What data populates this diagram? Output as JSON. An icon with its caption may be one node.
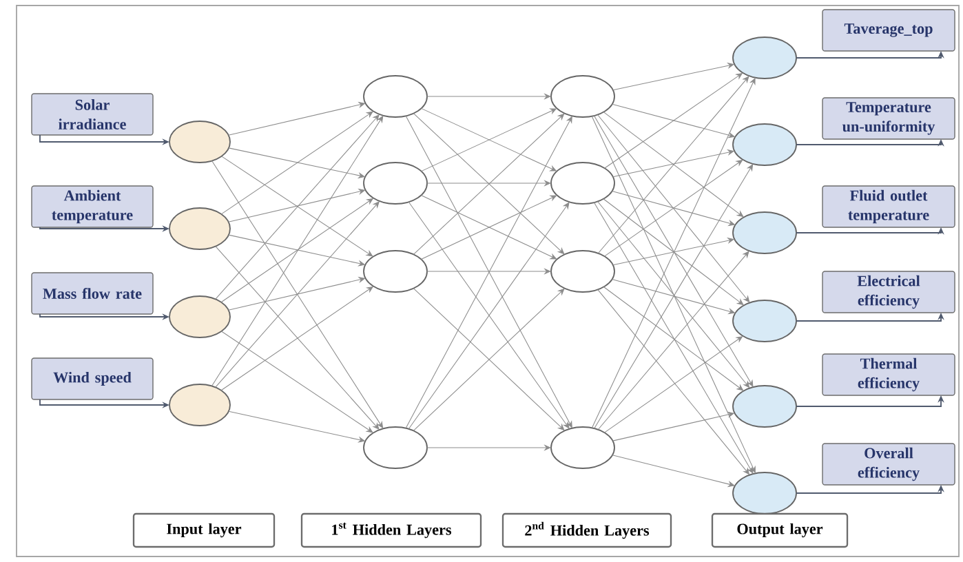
{
  "diagram": {
    "nodes": [
      {
        "text": [
          "Solar irradiance"
        ]
      },
      {
        "text": [
          "Ambient temperature"
        ]
      },
      {
        "text": [
          "Mass flow rate"
        ]
      },
      {
        "text": [
          "Wind speed"
        ]
      },
      {
        "text": [],
        "shape": "circle"
      },
      {
        "text": [],
        "shape": "circle"
      },
      {
        "text": [],
        "shape": "circle"
      },
      {
        "text": [],
        "shape": "circle"
      },
      {
        "text": [],
        "shape": "circle"
      },
      {
        "text": [],
        "shape": "circle"
      },
      {
        "text": [],
        "shape": "circle"
      },
      {
        "text": [],
        "shape": "circle"
      },
      {
        "text": [],
        "shape": "circle"
      },
      {
        "text": [],
        "shape": "circle"
      },
      {
        "text": [],
        "shape": "circle"
      },
      {
        "text": [],
        "shape": "circle"
      },
      {
        "text": [],
        "shape": "circle"
      },
      {
        "text": [],
        "shape": "circle"
      },
      {
        "text": [],
        "shape": "circle"
      },
      {
        "text": [],
        "shape": "circle"
      },
      {
        "text": [],
        "shape": "circle"
      },
      {
        "text": [],
        "shape": "circle"
      },
      {
        "text": [
          "Taverage_top"
        ]
      },
      {
        "text": [
          "Temperature un-uniformity"
        ]
      },
      {
        "text": [
          "Fluid outlet temperature"
        ]
      },
      {
        "text": [
          "Electrical efficiency"
        ]
      },
      {
        "text": [
          "Thermal efficiency"
        ]
      },
      {
        "text": [
          "Overall efficiency"
        ]
      },
      {
        "text": [
          "Input layer"
        ]
      },
      {
        "text": [
          "1$^{st}$ Hidden Layers"
        ]
      },
      {
        "text": [
          "2$^{nd}$ Hidden Layers"
        ]
      },
      {
        "text": [
          "Output layer"
        ]
      }
    ],
    "edges": [
      {
        "from": 0,
        "to": 4,
        "arrow": "to",
        "color": "#505a6e"
      },
      {
        "from": 1,
        "to": 5,
        "arrow": "to",
        "color": "#505a6e"
      },
      {
        "from": 2,
        "to": 6,
        "arrow": "to",
        "color": "#505a6e"
      },
      {
        "from": 3,
        "to": 7,
        "arrow": "to",
        "color": "#505a6e"
      },
      {
        "from": 4,
        "to": 8,
        "arrow": "to"
      },
      {
        "from": 4,
        "to": 9,
        "arrow": "to"
      },
      {
        "from": 4,
        "to": 10,
        "arrow": "to"
      },
      {
        "from": 4,
        "to": 11,
        "arrow": "to"
      },
      {
        "from": 5,
        "to": 8,
        "arrow": "to"
      },
      {
        "from": 5,
        "to": 9,
        "arrow": "to"
      },
      {
        "from": 5,
        "to": 10,
        "arrow": "to"
      },
      {
        "from": 5,
        "to": 11,
        "arrow": "to"
      },
      {
        "from": 6,
        "to": 8,
        "arrow": "to"
      },
      {
        "from": 6,
        "to": 9,
        "arrow": "to"
      },
      {
        "from": 6,
        "to": 10,
        "arrow": "to"
      },
      {
        "from": 6,
        "to": 11,
        "arrow": "to"
      },
      {
        "from": 7,
        "to": 8,
        "arrow": "to"
      },
      {
        "from": 7,
        "to": 9,
        "arrow": "to"
      },
      {
        "from": 7,
        "to": 10,
        "arrow": "to"
      },
      {
        "from": 7,
        "to": 11,
        "arrow": "to"
      },
      {
        "from": 8,
        "to": 12,
        "arrow": "to"
      },
      {
        "from": 8,
        "to": 13,
        "arrow": "to"
      },
      {
        "from": 8,
        "to": 14,
        "arrow": "to"
      },
      {
        "from": 8,
        "to": 15,
        "arrow": "to"
      },
      {
        "from": 9,
        "to": 12,
        "arrow": "to"
      },
      {
        "from": 9,
        "to": 13,
        "arrow": "to"
      },
      {
        "from": 9,
        "to": 14,
        "arrow": "to"
      },
      {
        "from": 9,
        "to": 15,
        "arrow": "to"
      },
      {
        "from": 10,
        "to": 12,
        "arrow": "to"
      },
      {
        "from": 10,
        "to": 13,
        "arrow": "to"
      },
      {
        "from": 10,
        "to": 14,
        "arrow": "to"
      },
      {
        "from": 10,
        "to": 15,
        "arrow": "to"
      },
      {
        "from": 11,
        "to": 12,
        "arrow": "to"
      },
      {
        "from": 11,
        "to": 13,
        "arrow": "to"
      },
      {
        "from": 11,
        "to": 14,
        "arrow": "to"
      },
      {
        "from": 11,
        "to": 15,
        "arrow": "to"
      },
      {
        "from": 12,
        "to": 16,
        "arrow": "to"
      },
      {
        "from": 12,
        "to": 17,
        "arrow": "to"
      },
      {
        "from": 12,
        "to": 18,
        "arrow": "to"
      },
      {
        "from": 12,
        "to": 19,
        "arrow": "to"
      },
      {
        "from": 12,
        "to": 20,
        "arrow": "to"
      },
      {
        "from": 12,
        "to": 21,
        "arrow": "to"
      },
      {
        "from": 13,
        "to": 16,
        "arrow": "to"
      },
      {
        "from": 13,
        "to": 17,
        "arrow": "to"
      },
      {
        "from": 13,
        "to": 18,
        "arrow": "to"
      },
      {
        "from": 13,
        "to": 19,
        "arrow": "to"
      },
      {
        "from": 13,
        "to": 20,
        "arrow": "to"
      },
      {
        "from": 13,
        "to": 21,
        "arrow": "to"
      },
      {
        "from": 14,
        "to": 16,
        "arrow": "to"
      },
      {
        "from": 14,
        "to": 17,
        "arrow": "to"
      },
      {
        "from": 14,
        "to": 18,
        "arrow": "to"
      },
      {
        "from": 14,
        "to": 19,
        "arrow": "to"
      },
      {
        "from": 14,
        "to": 20,
        "arrow": "to"
      },
      {
        "from": 14,
        "to": 21,
        "arrow": "to"
      },
      {
        "from": 15,
        "to": 16,
        "arrow": "to"
      },
      {
        "from": 15,
        "to": 17,
        "arrow": "to"
      },
      {
        "from": 15,
        "to": 18,
        "arrow": "to"
      },
      {
        "from": 15,
        "to": 19,
        "arrow": "to"
      },
      {
        "from": 15,
        "to": 20,
        "arrow": "to"
      },
      {
        "from": 15,
        "to": 21,
        "arrow": "to"
      },
      {
        "from": 16,
        "to": 22,
        "arrow": "to",
        "color": "#505a6e"
      },
      {
        "from": 17,
        "to": 23,
        "arrow": "to",
        "color": "#505a6e"
      },
      {
        "from": 18,
        "to": 24,
        "arrow": "to",
        "color": "#505a6e"
      },
      {
        "from": 19,
        "to": 25,
        "arrow": "to",
        "color": "#505a6e"
      },
      {
        "from": 20,
        "to": 26,
        "arrow": "to",
        "color": "#505a6e"
      },
      {
        "from": 21,
        "to": 27,
        "arrow": "to",
        "color": "#505a6e"
      }
    ]
  }
}
